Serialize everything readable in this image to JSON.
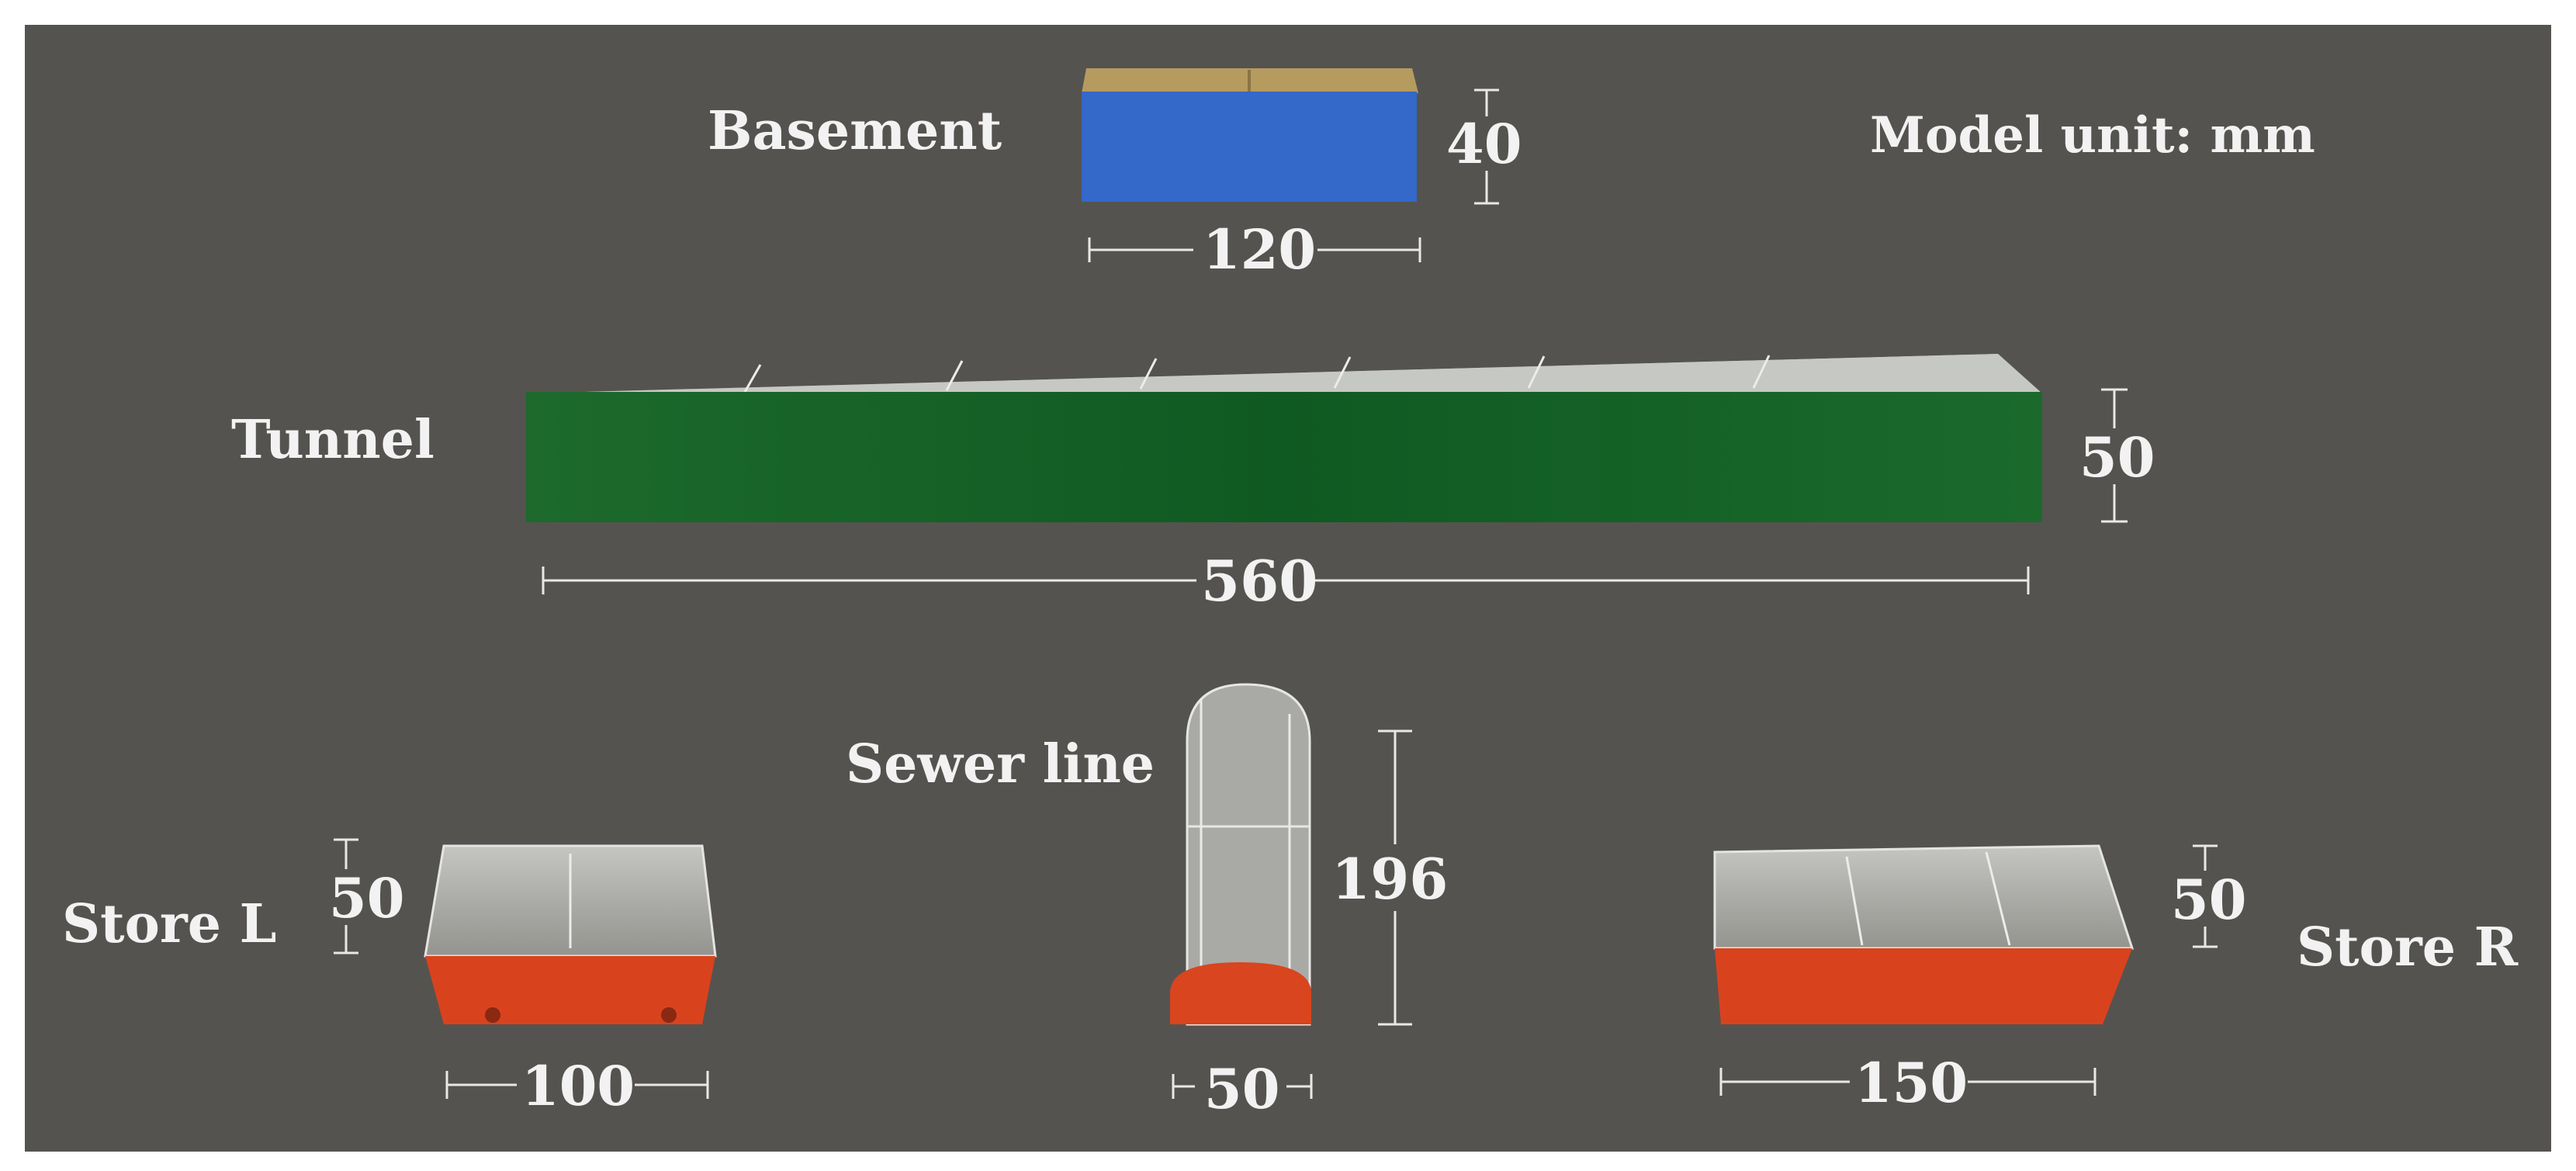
{
  "background_color": "#55534f",
  "unit_note": "Model unit: mm",
  "models": {
    "basement": {
      "name": "Basement",
      "height": "40",
      "width": "120",
      "color": "#3468c9"
    },
    "tunnel": {
      "name": "Tunnel",
      "height": "50",
      "length": "560",
      "color": "#1f6a2e"
    },
    "sewer_line": {
      "name": "Sewer line",
      "height": "196",
      "width": "50",
      "color": "#d8451f"
    },
    "store_l": {
      "name": "Store L",
      "height": "50",
      "width": "100",
      "color": "#d8431e"
    },
    "store_r": {
      "name": "Store R",
      "height": "50",
      "width": "150",
      "color": "#d8431e"
    }
  }
}
